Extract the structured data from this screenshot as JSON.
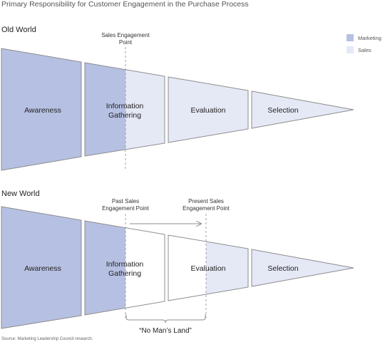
{
  "title": "Primary Responsibility for Customer Engagement in the Purchase Process",
  "colors": {
    "marketing": "#b6c0e2",
    "sales": "#e5e8f5",
    "outline": "#8c8c8c",
    "white": "#ffffff"
  },
  "legend": {
    "marketing": "Marketing",
    "sales": "Sales"
  },
  "old_world": {
    "heading": "Old World",
    "engagement_point": [
      "Sales Engagement",
      "Point"
    ],
    "stages": {
      "awareness": "Awareness",
      "information": [
        "Information",
        "Gathering"
      ],
      "evaluation": "Evaluation",
      "selection": "Selection"
    }
  },
  "new_world": {
    "heading": "New World",
    "past_point": [
      "Past Sales",
      "Engagement Point"
    ],
    "present_point": [
      "Present Sales",
      "Engagement Point"
    ],
    "stages": {
      "awareness": "Awareness",
      "information": [
        "Information",
        "Gathering"
      ],
      "evaluation": "Evaluation",
      "selection": "Selection"
    },
    "no_mans_land": "“No Man’s Land”"
  },
  "source": "Source: Marketing Leadership Council research."
}
